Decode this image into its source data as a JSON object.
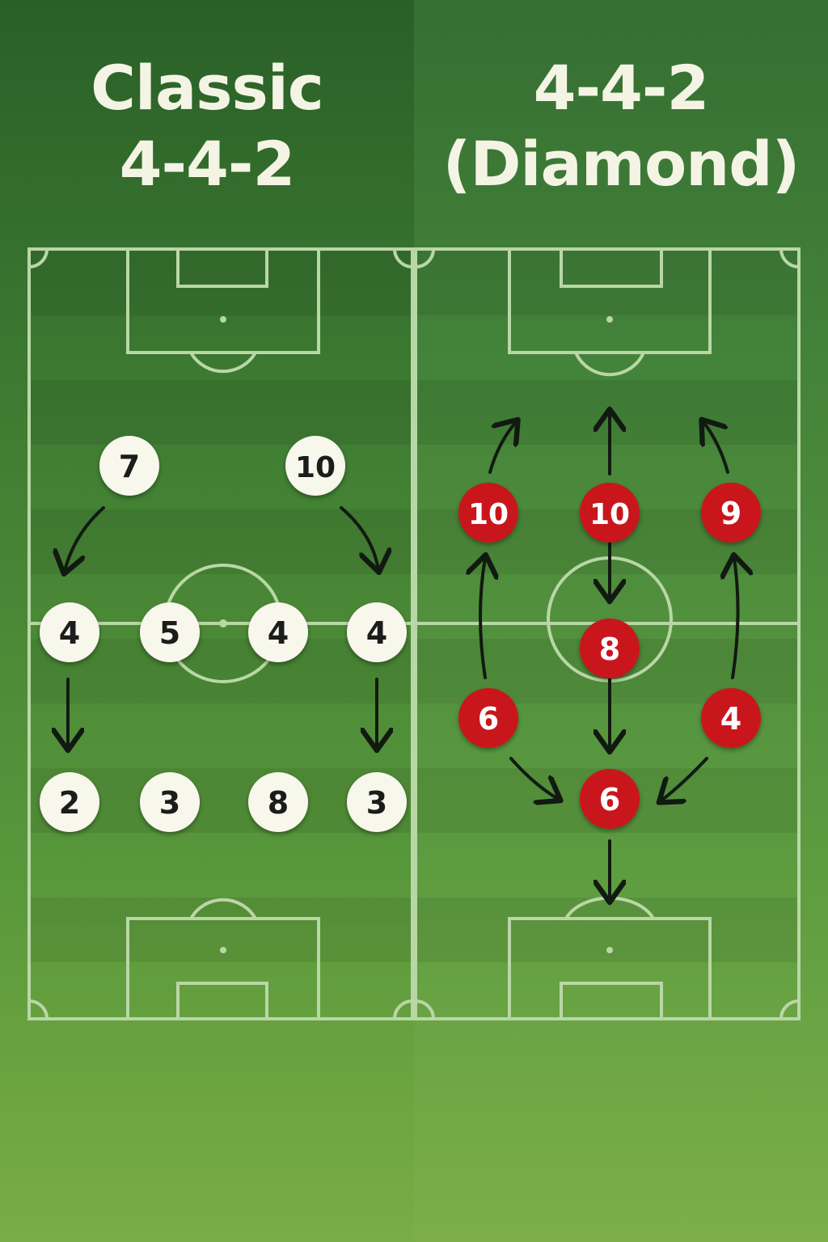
{
  "left": {
    "title_line1": "Classic",
    "title_line2": "4-4-2",
    "player_style": "white",
    "players": [
      "7",
      "10",
      "4",
      "5",
      "4",
      "4",
      "2",
      "3",
      "8",
      "3"
    ]
  },
  "right": {
    "title_line1": "4-4-2",
    "title_line2": "(Diamond)",
    "player_style": "red",
    "players": [
      "10",
      "10",
      "9",
      "8",
      "6",
      "4",
      "6"
    ]
  },
  "colors": {
    "pitch_line": "#b9d7a6",
    "white_player": "#f7f7ec",
    "red_player": "#c8151b",
    "arrow": "#111a11",
    "title_text": "#f4f4e4"
  }
}
